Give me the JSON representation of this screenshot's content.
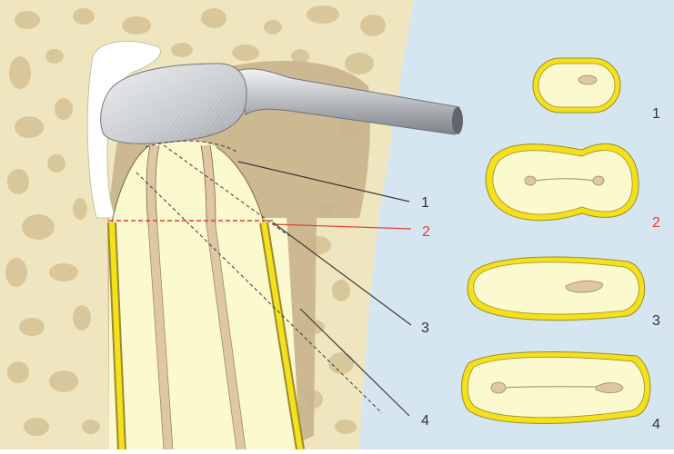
{
  "illustration": {
    "colors": {
      "bone": "#efe6bf",
      "bone_pore": "#d8c79b",
      "background": "#d6e6f1",
      "socket": "#c9b48c",
      "root_fill": "#fdf9cf",
      "root_stripe": "#dfc7a4",
      "enamel_yellow": "#f3e11b",
      "enamel_outline": "#9a8a2e",
      "instrument": "#c4c7cb",
      "leader_line": "#3a3a3a",
      "highlight_red": "#e53b2a"
    },
    "leader_labels": [
      {
        "text": "1",
        "color": "#333333"
      },
      {
        "text": "2",
        "color": "#e53b2a"
      },
      {
        "text": "3",
        "color": "#333333"
      },
      {
        "text": "4",
        "color": "#333333"
      }
    ],
    "cross_sections": [
      {
        "label": "1",
        "color": "#333333"
      },
      {
        "label": "2",
        "color": "#e53b2a"
      },
      {
        "label": "3",
        "color": "#333333"
      },
      {
        "label": "4",
        "color": "#333333"
      }
    ]
  }
}
